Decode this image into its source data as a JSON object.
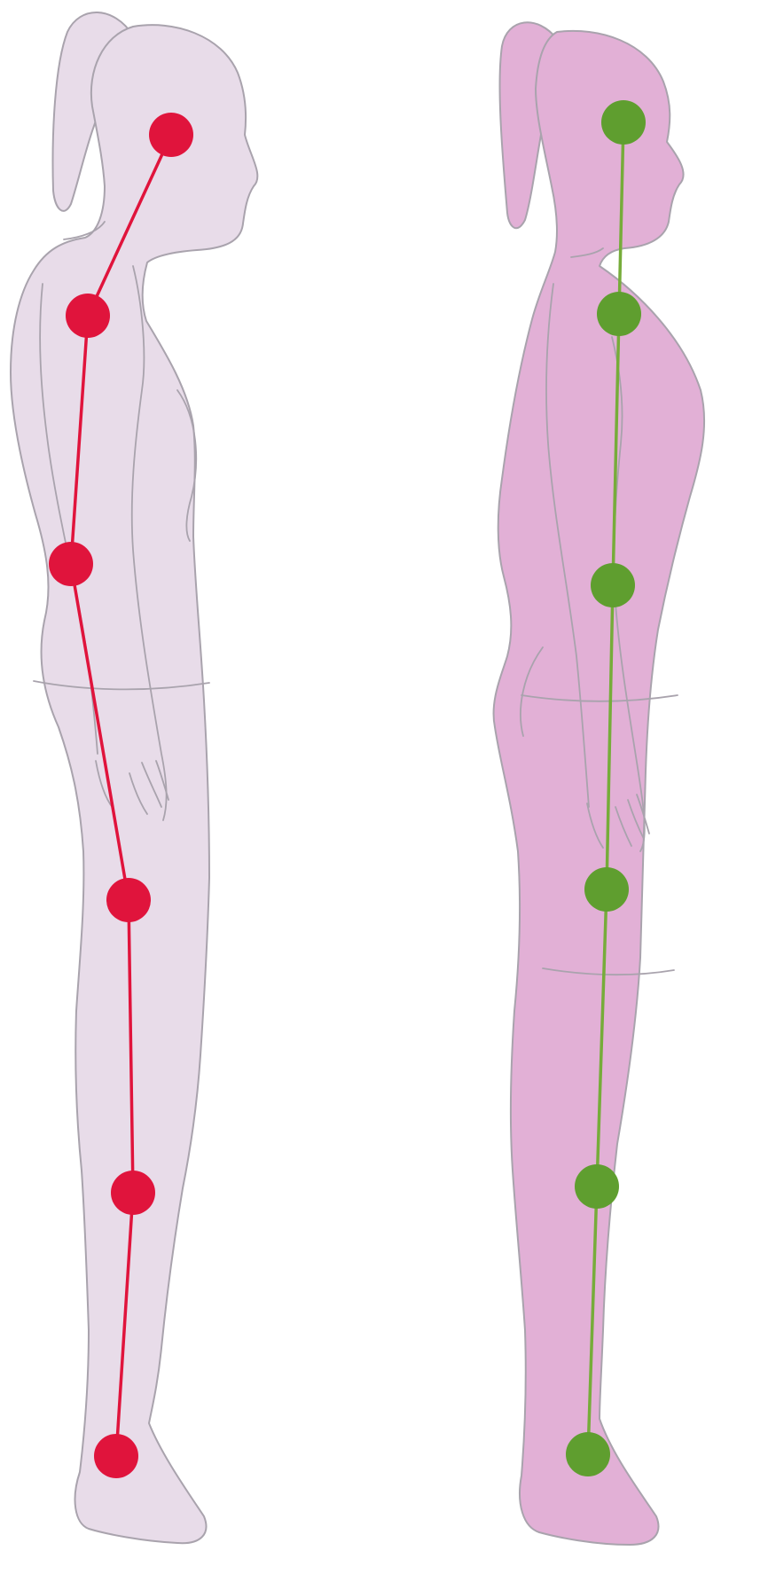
{
  "figures": [
    {
      "id": "poor-posture",
      "body_color": "#e8dce9",
      "line_color": "#e0143c",
      "marker_color": "#e0143c",
      "landmarks": [
        "ear",
        "shoulder",
        "hip",
        "knee-upper",
        "knee",
        "ankle"
      ]
    },
    {
      "id": "good-posture",
      "body_color": "#e2b0d6",
      "line_color": "#76ac3a",
      "marker_color": "#5f9e2f",
      "landmarks": [
        "ear",
        "shoulder",
        "hip",
        "knee-upper",
        "knee",
        "ankle"
      ]
    }
  ],
  "outline_color": "#a9a3ad"
}
